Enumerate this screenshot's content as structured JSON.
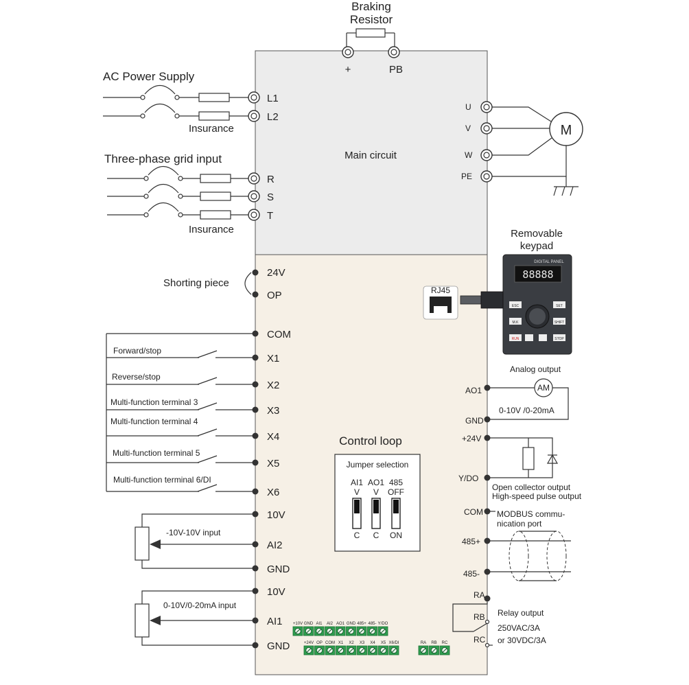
{
  "top": {
    "braking_resistor_1": "Braking",
    "braking_resistor_2": "Resistor",
    "plus": "+",
    "pb": "PB"
  },
  "power": {
    "ac_title": "AC Power Supply",
    "l1": "L1",
    "l2": "L2",
    "insurance_1": "Insurance",
    "three_phase_title": "Three-phase grid input",
    "r": "R",
    "s": "S",
    "t": "T",
    "insurance_2": "Insurance"
  },
  "main_circuit": {
    "title": "Main circuit",
    "u": "U",
    "v": "V",
    "w": "W",
    "pe": "PE",
    "motor": "M"
  },
  "keypad": {
    "title_1": "Removable",
    "title_2": "keypad",
    "panel_label": "DIGITAL PANEL",
    "display": "88888",
    "rj45": "RJ45",
    "btn_esc": "ESC",
    "btn_set": "SET",
    "btn_mk": "M.K",
    "btn_shift": "SHIFT",
    "btn_run": "RUN",
    "btn_stop": "STOP"
  },
  "control_left": {
    "shorting_piece": "Shorting piece",
    "t_24v": "24V",
    "t_op": "OP",
    "t_com": "COM",
    "t_x1": "X1",
    "t_x2": "X2",
    "t_x3": "X3",
    "t_x4": "X4",
    "t_x5": "X5",
    "t_x6": "X6",
    "t_10v_a": "10V",
    "t_ai2": "AI2",
    "t_gnd_a": "GND",
    "t_10v_b": "10V",
    "t_ai1": "AI1",
    "t_gnd_b": "GND",
    "forward": "Forward/stop",
    "reverse": "Reverse/stop",
    "mf3": "Multi-function terminal 3",
    "mf4": "Multi-function terminal 4",
    "mf5": "Multi-function terminal 5",
    "mf6": "Multi-function terminal 6/DI",
    "ai2_input": "-10V-10V input",
    "ai1_input": "0-10V/0-20mA input"
  },
  "control_loop": {
    "title": "Control loop",
    "jumper_title": "Jumper selection",
    "col1": "AI1",
    "col2": "AO1",
    "col3": "485",
    "top1": "V",
    "top2": "V",
    "top3": "OFF",
    "bot1": "C",
    "bot2": "C",
    "bot3": "ON"
  },
  "control_right": {
    "analog_output": "Analog output",
    "am": "AM",
    "ao1": "AO1",
    "gnd": "GND",
    "ao_range": "0-10V /0-20mA",
    "p24v": "+24V",
    "ydo": "Y/DO",
    "oc_1": "Open collector output",
    "oc_2": "High-speed pulse output",
    "com": "COM",
    "modbus_1": "MODBUS commu-",
    "modbus_2": "nication port",
    "p485": "485+",
    "m485": "485-",
    "ra": "RA",
    "rb": "RB",
    "rc": "RC",
    "relay_1": "Relay output",
    "relay_2": "250VAC/3A",
    "relay_3": "or 30VDC/3A"
  },
  "strip": {
    "row1": [
      "+10V",
      "GND",
      "AI1",
      "AI2",
      "AO1",
      "GND",
      "485+",
      "485-",
      "Y/DO"
    ],
    "row2": [
      "+24V",
      "OP",
      "COM",
      "X1",
      "X2",
      "X3",
      "X4",
      "X5",
      "X6/DI"
    ],
    "relay": [
      "RA",
      "RB",
      "RC"
    ]
  },
  "colors": {
    "main_fill": "#ececec",
    "control_fill": "#f6f0e6",
    "terminal_green": "#2e9e4f",
    "keypad_body": "#3a3d42"
  }
}
